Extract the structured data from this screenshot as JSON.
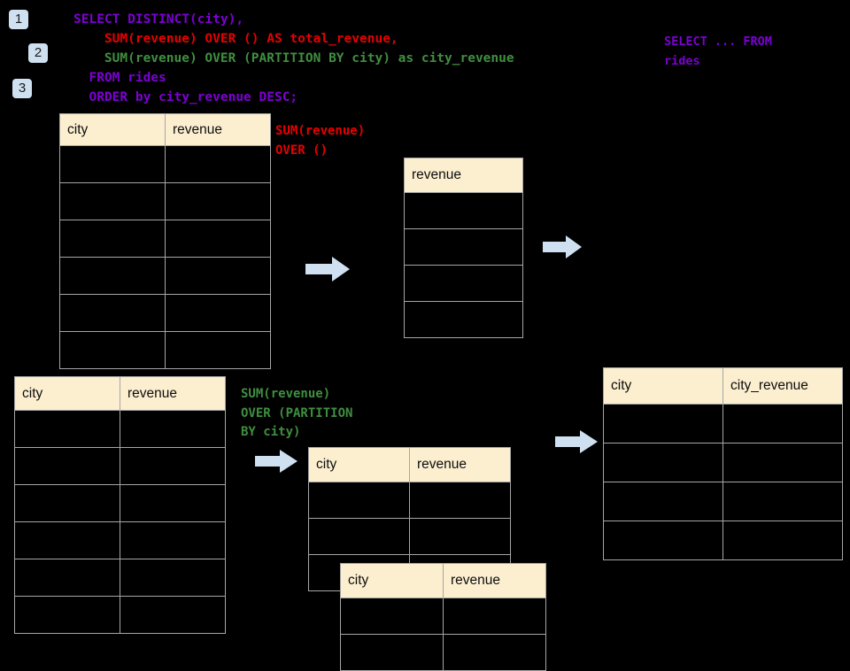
{
  "page": {
    "background": "#000000",
    "header_fill": "#fcefd0",
    "badge_fill": "#cfe0f1",
    "arrow_fill": "#cfe0f1",
    "grid_color": "#a6a6a6"
  },
  "badges": [
    {
      "label": "1"
    },
    {
      "label": "2"
    },
    {
      "label": "3"
    }
  ],
  "sql": {
    "lines": [
      {
        "text": "SELECT DISTINCT(city),",
        "color": "purple"
      },
      {
        "text": "    SUM(revenue) OVER () AS total_revenue,",
        "color": "red"
      },
      {
        "text": "    SUM(revenue) OVER (PARTITION BY city) as city_revenue",
        "color": "green"
      },
      {
        "text": "  FROM rides",
        "color": "purple"
      },
      {
        "text": "  ORDER by city_revenue DESC;",
        "color": "purple"
      }
    ]
  },
  "annotations": {
    "top_right": "SELECT ... FROM\nrides",
    "over_empty": "SUM(revenue)\nOVER ()",
    "over_partition": "SUM(revenue)\nOVER (PARTITION\nBY city)"
  },
  "tables": {
    "rides_top": {
      "headers": [
        "city",
        "revenue"
      ],
      "row_count": 6
    },
    "total_revenue": {
      "headers": [
        "revenue"
      ],
      "row_count": 4
    },
    "rides_bottom": {
      "headers": [
        "city",
        "revenue"
      ],
      "row_count": 6
    },
    "partition_back": {
      "headers": [
        "city",
        "revenue"
      ],
      "row_count": 3
    },
    "partition_front": {
      "headers": [
        "city",
        "revenue"
      ],
      "row_count": 2
    },
    "result": {
      "headers": [
        "city",
        "city_revenue"
      ],
      "row_count": 4
    }
  },
  "arrows": [
    {
      "name": "arrow-top-1"
    },
    {
      "name": "arrow-top-2"
    },
    {
      "name": "arrow-bottom-1"
    },
    {
      "name": "arrow-bottom-2"
    }
  ]
}
